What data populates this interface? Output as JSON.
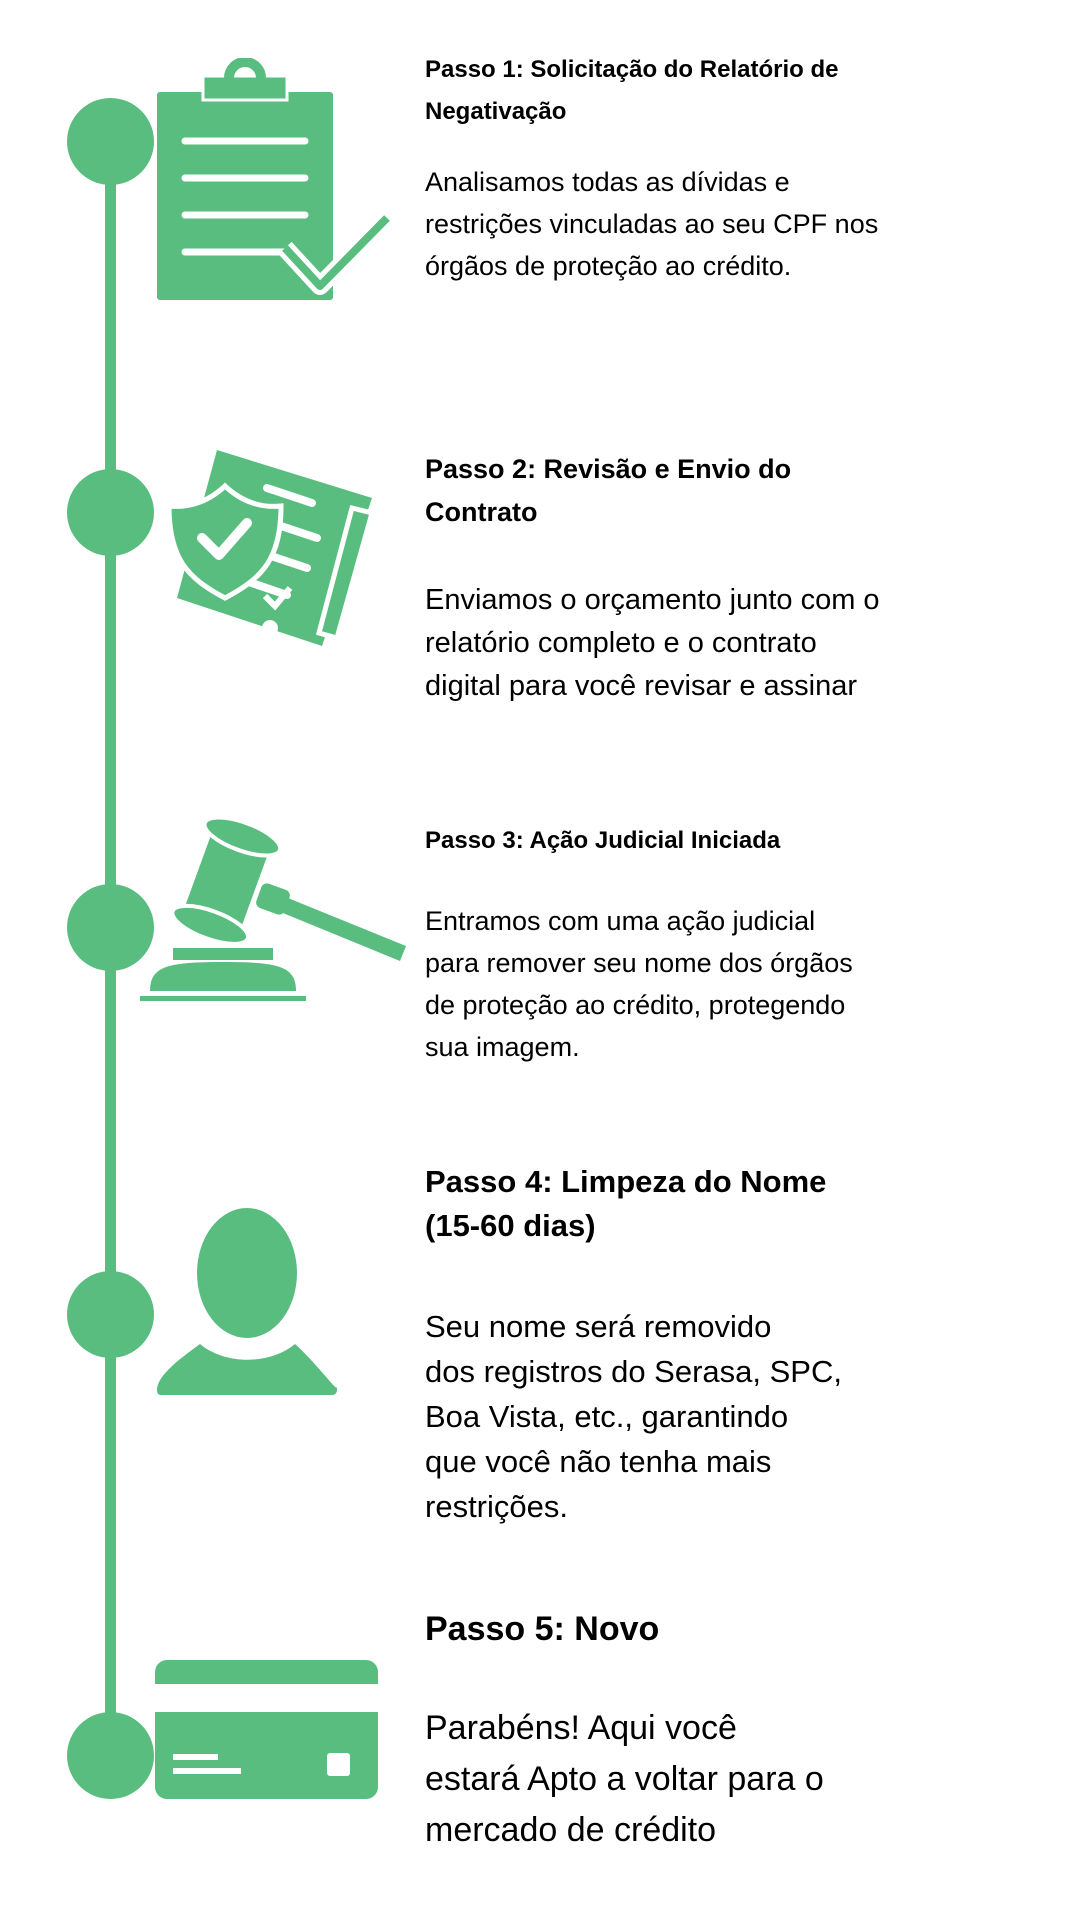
{
  "accent_color": "#5abd80",
  "steps": [
    {
      "title_lines": [
        "Passo 1: Solicitação do Relatório de",
        "Negativação"
      ],
      "body_lines": [
        "Analisamos todas as dívidas e",
        "restrições vinculadas ao seu CPF nos",
        "órgãos de proteção ao crédito."
      ],
      "icon": "clipboard-check-icon"
    },
    {
      "title_lines": [
        "Passo 2: Revisão e Envio do",
        "Contrato"
      ],
      "body_lines": [
        "Enviamos o orçamento junto com o",
        "relatório completo e o contrato",
        "digital para você revisar e assinar"
      ],
      "icon": "contract-shield-icon"
    },
    {
      "title_lines": [
        "Passo 3: Ação Judicial Iniciada"
      ],
      "body_lines": [
        "Entramos com uma ação judicial",
        "para remover seu nome dos órgãos",
        "de proteção ao crédito, protegendo",
        "sua imagem."
      ],
      "icon": "gavel-icon"
    },
    {
      "title_lines": [
        "Passo 4: Limpeza do Nome",
        "(15-60 dias)"
      ],
      "body_lines": [
        "Seu nome será removido",
        "dos registros do Serasa, SPC,",
        "Boa Vista, etc., garantindo",
        "que você não tenha mais",
        "restrições."
      ],
      "icon": "user-icon"
    },
    {
      "title_lines": [
        "Passo 5: Novo"
      ],
      "body_lines": [
        "Parabéns! Aqui você",
        "estará Apto a voltar para o",
        "mercado de crédito"
      ],
      "icon": "credit-card-icon"
    }
  ]
}
